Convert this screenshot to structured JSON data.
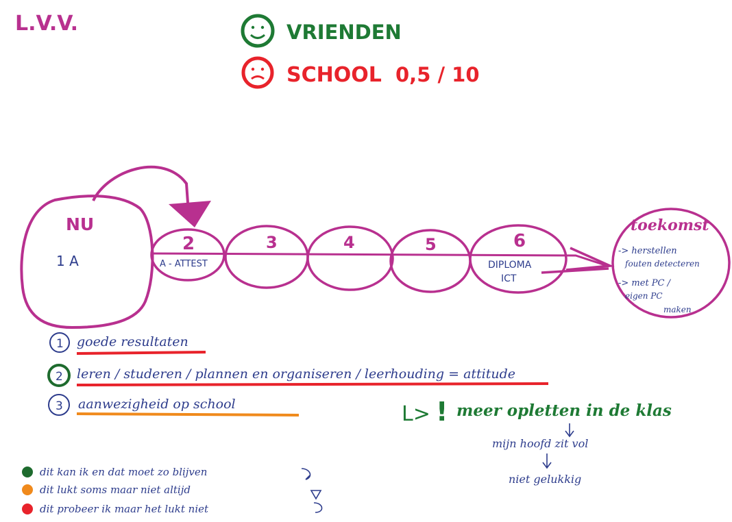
{
  "header": {
    "initials": "L.V.V.",
    "friends_label": "VRIENDEN",
    "school_label": "SCHOOL",
    "school_score": "0,5 / 10"
  },
  "timeline": {
    "now_title": "NU",
    "now_value": "1 A",
    "years": [
      {
        "number": "2",
        "note": "A - ATTEST"
      },
      {
        "number": "3",
        "note": ""
      },
      {
        "number": "4",
        "note": ""
      },
      {
        "number": "5",
        "note": ""
      },
      {
        "number": "6",
        "note": "DIPLOMA ICT",
        "note_line1": "DIPLOMA",
        "note_line2": "ICT"
      }
    ],
    "future": {
      "title": "toekomst",
      "line1": "-> herstellen",
      "line2": "fouten detecteren",
      "line3": "-> met PC /",
      "line4": "eigen PC",
      "line5": "maken"
    }
  },
  "goals": [
    {
      "number": "1",
      "text": "goede resultaten"
    },
    {
      "number": "2",
      "text": "leren / studeren / plannen en organiseren / leerhouding = attitude"
    },
    {
      "number": "3",
      "text": "aanwezigheid op school"
    }
  ],
  "note": {
    "arrow": "L>",
    "exclamation": "!",
    "main": "meer opletten in de klas",
    "line2": "mijn hoofd zit vol",
    "line3": "niet gelukkig"
  },
  "legend": [
    {
      "color": "#1e6b2e",
      "text": "dit kan ik en dat moet zo blijven"
    },
    {
      "color": "#f08a1c",
      "text": "dit lukt soms maar niet altijd"
    },
    {
      "color": "#e8232b",
      "text": "dit probeer ik maar het lukt niet"
    }
  ],
  "colors": {
    "magenta": "#b8308f",
    "green": "#1e7a34",
    "red": "#e8232b",
    "blue": "#2d3c8c",
    "orange": "#f08a1c"
  }
}
